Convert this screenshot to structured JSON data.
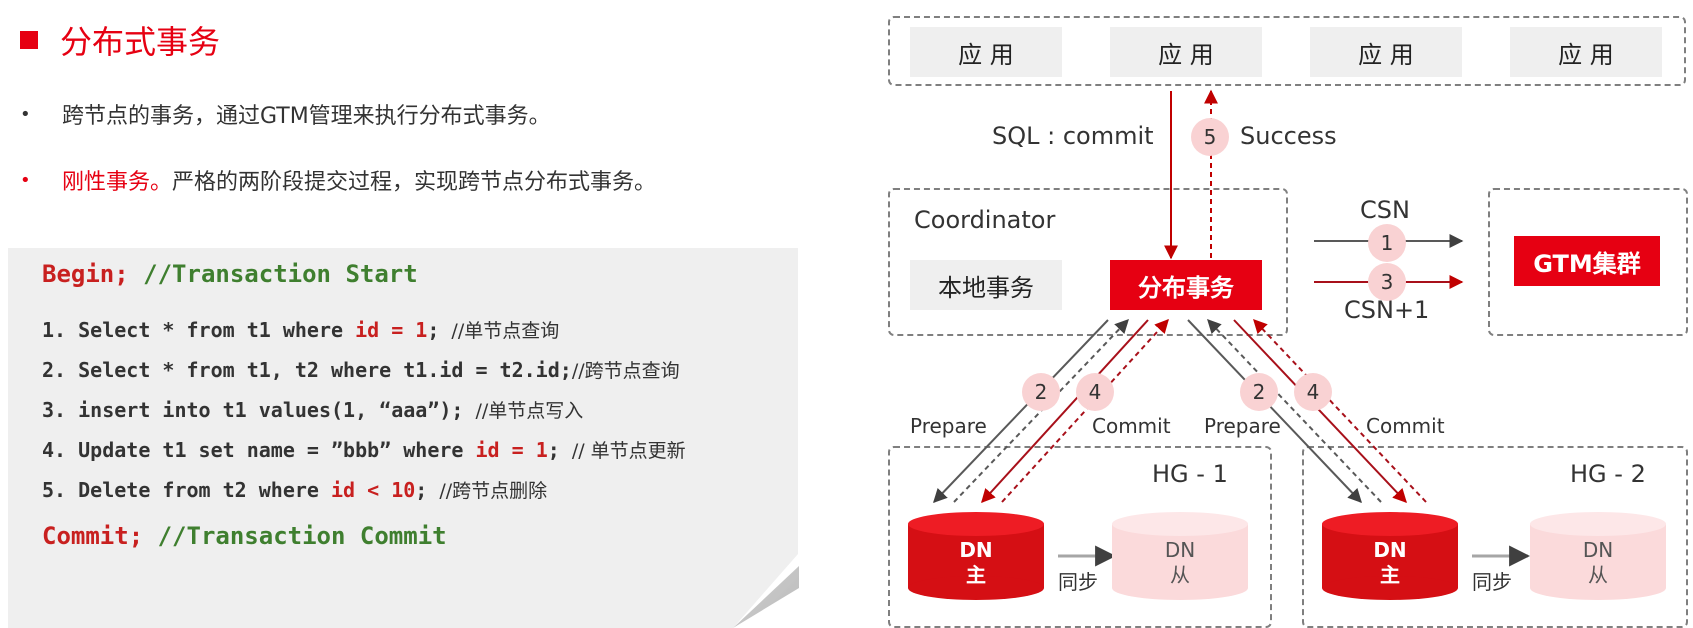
{
  "title": "分布式事务",
  "bullets": {
    "b1": "跨节点的事务，通过GTM管理来执行分布式事务。",
    "b2_red": "刚性事务。",
    "b2_rest": "严格的两阶段提交过程，实现跨节点分布式事务。"
  },
  "code": {
    "begin_kw": "Begin;",
    "begin_comment": "//Transaction Start",
    "l1_a": "1. Select * from t1 where ",
    "l1_b": "id = 1",
    "l1_c": "; ",
    "l1_comment": "//单节点查询",
    "l2_a": "2. Select * from t1, t2 where t1.id = t2.id;",
    "l2_comment": "//跨节点查询",
    "l3_a": "3. insert into t1 values(1, “aaa”); ",
    "l3_comment": "//单节点写入",
    "l4_a": "4. Update t1 set name = ”bbb” where ",
    "l4_b": "id = 1",
    "l4_c": "; ",
    "l4_comment": "// 单节点更新",
    "l5_a": "5. Delete from t2 where ",
    "l5_b": "id < 10",
    "l5_c": "; ",
    "l5_comment": "//跨节点删除",
    "commit_kw": "Commit;",
    "commit_comment": "//Transaction Commit"
  },
  "diagram": {
    "apps": [
      "应 用",
      "应 用",
      "应 用",
      "应 用"
    ],
    "sql_commit": "SQL : commit",
    "success": "Success",
    "coordinator": "Coordinator",
    "local_tx": "本地事务",
    "dist_tx": "分布事务",
    "csn": "CSN",
    "csn1": "CSN+1",
    "gtm": "GTM集群",
    "prepare": "Prepare",
    "commit": "Commit",
    "hg1": "HG - 1",
    "hg2": "HG - 2",
    "dn": "DN",
    "main": "主",
    "slave": "从",
    "sync": "同步",
    "steps": [
      "5",
      "1",
      "3",
      "2",
      "4",
      "2",
      "4"
    ]
  },
  "colors": {
    "accent": "#e60012",
    "dark_red": "#a8101a",
    "arrow_grey": "#595959"
  }
}
